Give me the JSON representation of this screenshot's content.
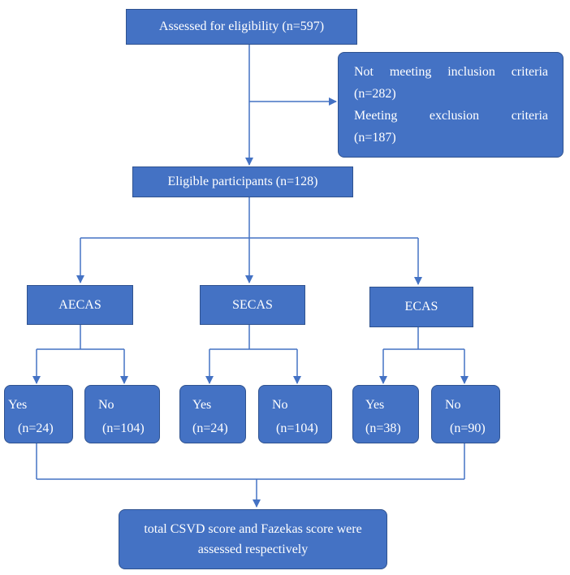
{
  "assessed": {
    "label": "Assessed for eligibility (n=597)"
  },
  "excluded": {
    "lines": [
      "Not meeting inclusion criteria",
      "(n=282)",
      "Meeting exclusion criteria",
      "(n=187)"
    ]
  },
  "eligible": {
    "label": "Eligible participants (n=128)"
  },
  "groups": [
    {
      "label": "AECAS",
      "yes": {
        "label": "Yes",
        "count": "(n=24)"
      },
      "no": {
        "label": "No",
        "count": "(n=104)"
      }
    },
    {
      "label": "SECAS",
      "yes": {
        "label": "Yes",
        "count": "(n=24)"
      },
      "no": {
        "label": "No",
        "count": "(n=104)"
      }
    },
    {
      "label": "ECAS",
      "yes": {
        "label": "Yes",
        "count": "(n=38)"
      },
      "no": {
        "label": "No",
        "count": "(n=90)"
      }
    }
  ],
  "outcome": {
    "lines": [
      "total CSVD score and Fazekas score were",
      "assessed respectively"
    ]
  },
  "colors": {
    "box_fill": "#4472c4",
    "box_border": "#2f528f",
    "connector": "#4472c4",
    "text": "#ffffff"
  }
}
